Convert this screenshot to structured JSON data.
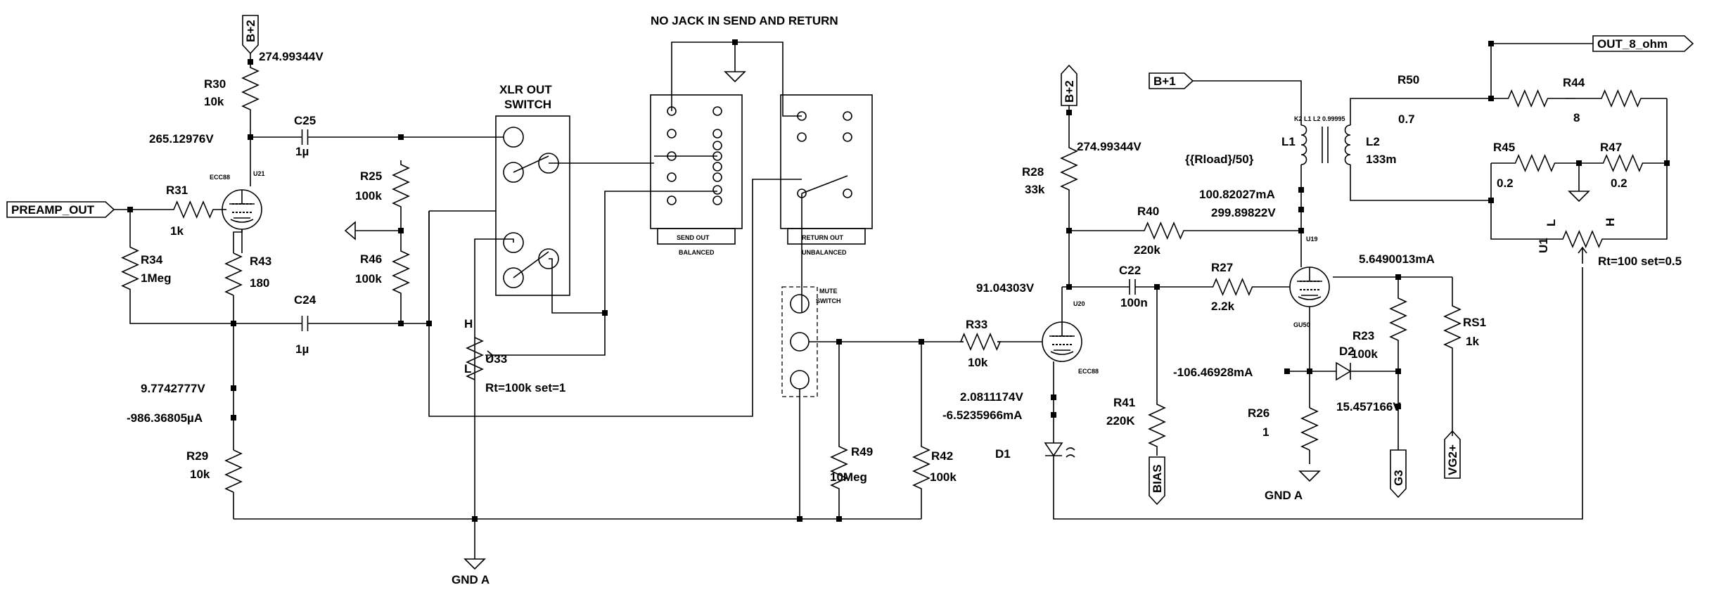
{
  "labels": {
    "preamp_out": "PREAMP_OUT",
    "out_8_ohm": "OUT_8_ohm",
    "b_plus_2": "B+2",
    "b_plus_1": "B+1",
    "bias": "BIAS",
    "g3": "G3",
    "vg2": "VG2+",
    "gnd_a": "GND A",
    "no_jack": "NO JACK IN SEND AND RETURN",
    "xlr_out": "XLR OUT",
    "switch": "SWITCH",
    "mute": "MUTE",
    "mute_switch": "SWITCH",
    "send_out": "SEND OUT",
    "balanced": "BALANCED",
    "return_out": "RETURN OUT",
    "unbalanced": "UNBALANCED"
  },
  "components": {
    "r30": {
      "name": "R30",
      "value": "10k"
    },
    "r31": {
      "name": "R31",
      "value": "1k"
    },
    "r34": {
      "name": "R34",
      "value": "1Meg"
    },
    "r43": {
      "name": "R43",
      "value": "180"
    },
    "r29": {
      "name": "R29",
      "value": "10k"
    },
    "r25": {
      "name": "R25",
      "value": "100k"
    },
    "r46": {
      "name": "R46",
      "value": "100k"
    },
    "c25": {
      "name": "C25",
      "value": "1µ"
    },
    "c24": {
      "name": "C24",
      "value": "1µ"
    },
    "u21": {
      "name": "U21",
      "type": "ECC88"
    },
    "u33": {
      "name": "U33",
      "param": "Rt=100k set=1",
      "h": "H",
      "l": "L"
    },
    "r49": {
      "name": "R49",
      "value": "10Meg"
    },
    "r42": {
      "name": "R42",
      "value": "100k"
    },
    "r33": {
      "name": "R33",
      "value": "10k"
    },
    "u20": {
      "name": "U20",
      "type": "ECC88"
    },
    "d1": {
      "name": "D1"
    },
    "r28": {
      "name": "R28",
      "value": "33k"
    },
    "r40": {
      "name": "R40",
      "value": "220k"
    },
    "c22": {
      "name": "C22",
      "value": "100n"
    },
    "r27": {
      "name": "R27",
      "value": "2.2k"
    },
    "r41": {
      "name": "R41",
      "value": "220K"
    },
    "u19": {
      "name": "U19",
      "type": "GU50"
    },
    "r23": {
      "name": "R23",
      "value": "100k"
    },
    "rs1": {
      "name": "RS1",
      "value": "1k"
    },
    "d2": {
      "name": "D2"
    },
    "r26": {
      "name": "R26",
      "value": "1"
    },
    "l1": {
      "name": "L1",
      "value": "{{Rload}/50}",
      "coupling": "K2 L1 L2 0.99995"
    },
    "l2": {
      "name": "L2",
      "value": "133m"
    },
    "r50": {
      "name": "R50",
      "value": "0.7"
    },
    "r44": {
      "name": "R44",
      "value": "8"
    },
    "r45": {
      "name": "R45",
      "value": "0.2"
    },
    "r47": {
      "name": "R47",
      "value": "0.2"
    },
    "u1": {
      "name": "U1",
      "param": "Rt=100 set=0.5",
      "l": "L",
      "h": "H"
    }
  },
  "probes": {
    "v_b2_left": "274.99344V",
    "v_plate_u21": "265.12976V",
    "v_cathode_u21": "9.7742777V",
    "i_cathode_u21": "-986.36805µA",
    "v_b2_mid": "274.99344V",
    "v_plate_u20": "91.04303V",
    "v_cathode_u20": "2.0811174V",
    "i_cathode_u20": "-6.5235966mA",
    "i_primary": "100.82027mA",
    "v_plate_u19": "299.89822V",
    "i_screen": "5.6490013mA",
    "i_cathode_u19": "-106.46928mA",
    "v_cathode_u19": "15.457166V"
  }
}
